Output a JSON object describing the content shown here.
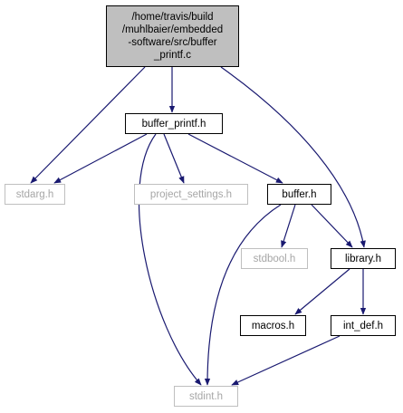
{
  "diagram": {
    "edge_color": "#191970",
    "nodes": [
      {
        "id": "buffer_printf_c",
        "label": "/home/travis/build\n/muhlbaier/embedded\n-software/src/buffer\n_printf.c",
        "style": "root"
      },
      {
        "id": "buffer_printf_h",
        "label": "buffer_printf.h",
        "style": "black"
      },
      {
        "id": "stdarg_h",
        "label": "stdarg.h",
        "style": "gray"
      },
      {
        "id": "project_settings_h",
        "label": "project_settings.h",
        "style": "gray"
      },
      {
        "id": "buffer_h",
        "label": "buffer.h",
        "style": "black"
      },
      {
        "id": "stdbool_h",
        "label": "stdbool.h",
        "style": "gray"
      },
      {
        "id": "library_h",
        "label": "library.h",
        "style": "black"
      },
      {
        "id": "macros_h",
        "label": "macros.h",
        "style": "black"
      },
      {
        "id": "int_def_h",
        "label": "int_def.h",
        "style": "black"
      },
      {
        "id": "stdint_h",
        "label": "stdint.h",
        "style": "gray"
      }
    ],
    "edges": [
      [
        "buffer_printf_c",
        "stdarg_h"
      ],
      [
        "buffer_printf_c",
        "buffer_printf_h"
      ],
      [
        "buffer_printf_c",
        "library_h"
      ],
      [
        "buffer_printf_h",
        "stdarg_h"
      ],
      [
        "buffer_printf_h",
        "project_settings_h"
      ],
      [
        "buffer_printf_h",
        "buffer_h"
      ],
      [
        "buffer_printf_h",
        "stdint_h"
      ],
      [
        "buffer_h",
        "stdbool_h"
      ],
      [
        "buffer_h",
        "library_h"
      ],
      [
        "buffer_h",
        "stdint_h"
      ],
      [
        "library_h",
        "macros_h"
      ],
      [
        "library_h",
        "int_def_h"
      ],
      [
        "int_def_h",
        "stdint_h"
      ]
    ]
  }
}
